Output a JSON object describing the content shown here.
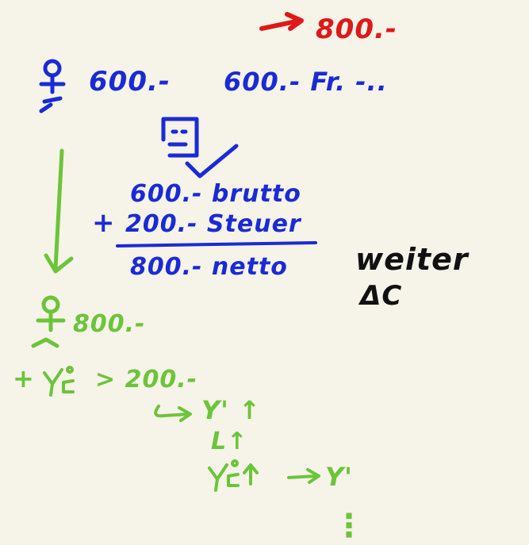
{
  "colors": {
    "paper": "#f6f3e8",
    "red": "#e01818",
    "blue": "#1a2bd6",
    "green": "#6cc43a",
    "black": "#111111"
  },
  "red_note": {
    "text": "800.-"
  },
  "blue_top": {
    "left": "600.-",
    "right": "600.- Fr. -.."
  },
  "calc": {
    "line1": "600.- brutto",
    "line2": "200.- Steuer",
    "line3": "800.- netto",
    "plus": "+"
  },
  "side_note": {
    "line1": "weiter",
    "line2": "ΔC"
  },
  "green": {
    "person_amount": "800.-",
    "plus": "+",
    "gt": "> 200.-",
    "row1": "Y' ↑",
    "row2": "L↑",
    "row3_right": "Y'",
    "ellipsis": "⋮"
  }
}
